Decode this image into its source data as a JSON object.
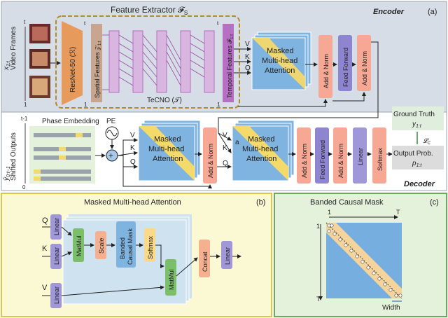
{
  "colors": {
    "encoder_bg": "#d7dde6",
    "decoder_bg": "#ffffff",
    "mha_panel_bg": "#fbf9d4",
    "mask_panel_bg": "#e4f2dc",
    "extractor_border": "#b58a2a",
    "resnet": "#e69a5c",
    "spatial": "#c8a58f",
    "tecno": "#b66fc2",
    "temporal": "#b66fc2",
    "mha_blue": "#7fb3e0",
    "mha_yellow": "#f4d96b",
    "add_norm": "#f7a894",
    "feed_forward": "#8d85cf",
    "linear": "#9f97d8",
    "softmax": "#f7a894",
    "ground_truth_bg": "#dfeedd",
    "output_bg": "#dcdcdc",
    "matmul": "#7bbf6a",
    "scale": "#f5b18f",
    "banded_mask": "#7fb3e0",
    "softmax_small": "#fbd88a",
    "concat": "#f5b18f",
    "mask_matrix": "#77aee0",
    "mask_band": "#f4d49b"
  },
  "encoder": {
    "label": "Encoder",
    "panel_tag": "(a)",
    "feature_extractor_title": "Feature Extractor 𝓕",
    "feature_extractor_sub": "S",
    "video_frames_label": "Video Frames",
    "video_frames_var": "x",
    "video_frames_var_sub": "1:t",
    "axis_top": "t",
    "axis_bottom": "1",
    "resnet_label": "ResNet-50 (ℛ)",
    "spatial_label": "Spatial Features 𝒵",
    "spatial_sub": "1:t",
    "tecno_label": "TeCNO (𝒯)",
    "temporal_label": "Temporal Features 𝓕",
    "temporal_sub": "1:t",
    "mha_label_1": "Masked",
    "mha_label_2": "Multi-head",
    "mha_label_3": "Attention",
    "v": "V",
    "k": "K",
    "q": "Q",
    "add_norm": "Add & Norm",
    "feed_forward": "Feed Forward"
  },
  "decoder": {
    "label": "Decoder",
    "shifted_label": "Shifted Outputs",
    "shifted_var": "ŷ",
    "shifted_sub": "0:t−1",
    "axis_top": "t-1",
    "axis_bottom": "0",
    "phase_embedding": "Phase Embedding",
    "pe": "PE",
    "plus": "+",
    "mha_label_1": "Masked",
    "mha_label_2": "Multi-head",
    "mha_label_3": "Attention",
    "v": "V",
    "k": "K",
    "q": "Q",
    "a": "a",
    "add_norm": "Add & Norm",
    "feed_forward": "Feed Forward",
    "linear": "Linear",
    "softmax": "Softmax",
    "ground_truth": "Ground Truth",
    "ground_truth_var": "y",
    "ground_truth_sub": "1:t",
    "loss": "𝓛",
    "loss_sub": "C",
    "output_prob": "Output Prob.",
    "output_var": "p",
    "output_sub": "1:t"
  },
  "mha_panel": {
    "title": "Masked Multi-head Attention",
    "tag": "(b)",
    "q": "Q",
    "k": "K",
    "v": "V",
    "linear": "Linear",
    "matmul": "MatMul",
    "scale": "Scale",
    "banded_1": "Banded",
    "banded_2": "Causal Mask",
    "softmax": "Softmax",
    "concat": "Concat"
  },
  "mask_panel": {
    "title": "Banded Causal Mask",
    "tag": "(c)",
    "one_top": "1",
    "t_top": "T",
    "one_left": "1",
    "t_left": "T",
    "width": "Width"
  }
}
